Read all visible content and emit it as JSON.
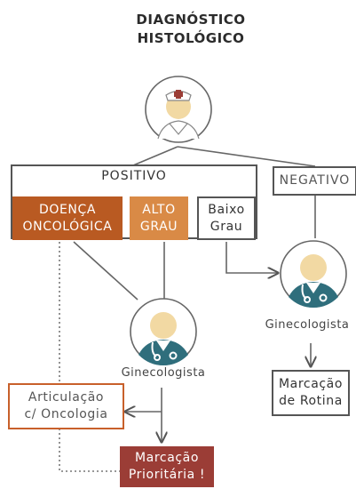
{
  "title_line1": "DIAGNÓSTICO",
  "title_line2": "HISTOLÓGICO",
  "positivo": "POSITIVO",
  "negativo": "NEGATIVO",
  "doenca_line1": "DOENÇA",
  "doenca_line2": "ONCOLÓGICA",
  "alto_line1": "ALTO",
  "alto_line2": "GRAU",
  "baixo_line1": "Baixo",
  "baixo_line2": "Grau",
  "ginecologista_left": "Ginecologista",
  "ginecologista_right": "Ginecologista",
  "articulacao_line1": "Articulação",
  "articulacao_line2": "c/ Oncologia",
  "prioritaria_line1": "Marcação",
  "prioritaria_line2": "Prioritária !",
  "rotina_line1": "Marcação",
  "rotina_line2": "de Rotina",
  "colors": {
    "doenca": "#b95a22",
    "alto_grau": "#d98a46",
    "prioritaria": "#9b3d36",
    "doctor_teal": "#2f6e7c",
    "face": "#f2d9a3"
  }
}
